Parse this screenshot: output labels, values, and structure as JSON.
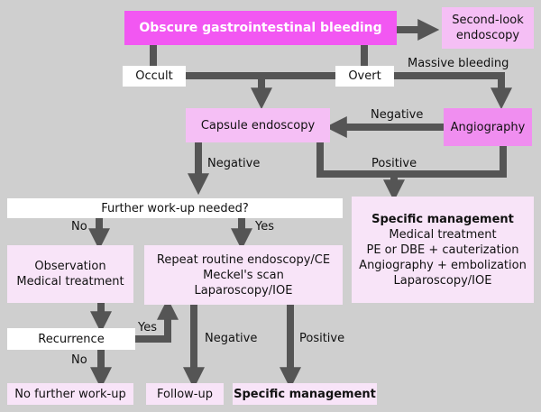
{
  "nodes": {
    "title": "Obscure gastrointestinal bleeding",
    "second_look": [
      "Second-look",
      "endoscopy"
    ],
    "occult": "Occult",
    "overt": "Overt",
    "capsule": "Capsule endoscopy",
    "angiography": "Angiography",
    "further": "Further work-up needed?",
    "specific_right": {
      "heading": "Specific management",
      "lines": [
        "Medical treatment",
        "PE or DBE + cauterization",
        "Angiography + embolization",
        "Laparoscopy/IOE"
      ]
    },
    "observation": [
      "Observation",
      "Medical treatment"
    ],
    "repeat": [
      "Repeat routine endoscopy/CE",
      "Meckel's scan",
      "Laparoscopy/IOE"
    ],
    "recurrence": "Recurrence",
    "no_further": "No further work-up",
    "follow_up": "Follow-up",
    "specific_bottom": "Specific management"
  },
  "edge_labels": {
    "massive": "Massive bleeding",
    "negative_top": "Negative",
    "negative_capsule": "Negative",
    "positive_capsule": "Positive",
    "no_further": "No",
    "yes_further": "Yes",
    "yes_recurrence": "Yes",
    "no_recurrence": "No",
    "negative_repeat": "Negative",
    "positive_repeat": "Positive"
  },
  "colors": {
    "background": "#cfcfcf",
    "title_fill": "#f257f2",
    "node_fill": "#f5bff5",
    "angiography_fill": "#f08ef0",
    "light_fill": "#f8e4f8",
    "arrow": "#555555"
  }
}
